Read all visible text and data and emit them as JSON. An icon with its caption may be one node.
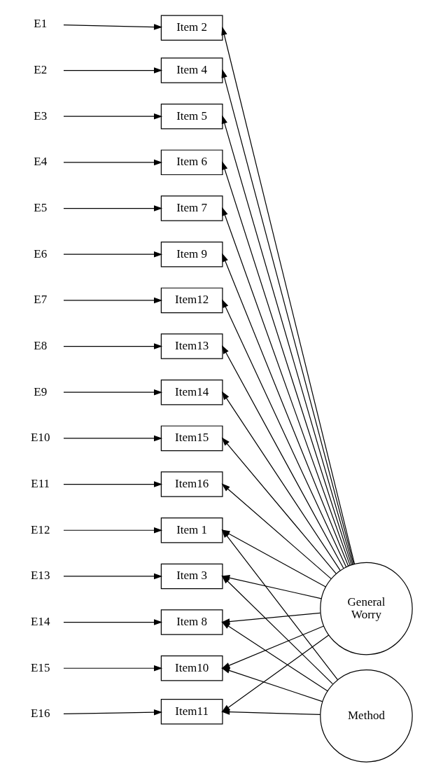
{
  "diagram": {
    "nodes": [
      {
        "text": [
          "E1"
        ]
      },
      {
        "text": [
          "Item 2"
        ]
      },
      {
        "text": [
          "E2"
        ]
      },
      {
        "text": [
          "Item 4"
        ]
      },
      {
        "text": [
          "E3"
        ]
      },
      {
        "text": [
          "Item 5"
        ]
      },
      {
        "text": [
          "E4"
        ]
      },
      {
        "text": [
          "Item 6"
        ]
      },
      {
        "text": [
          "E5"
        ]
      },
      {
        "text": [
          "Item 7"
        ]
      },
      {
        "text": [
          "E6"
        ]
      },
      {
        "text": [
          "Item 9"
        ]
      },
      {
        "text": [
          "E7"
        ]
      },
      {
        "text": [
          "Item12"
        ]
      },
      {
        "text": [
          "E8"
        ]
      },
      {
        "text": [
          "Item13"
        ]
      },
      {
        "text": [
          "E9"
        ]
      },
      {
        "text": [
          "Item14"
        ]
      },
      {
        "text": [
          "E10"
        ]
      },
      {
        "text": [
          "Item15"
        ]
      },
      {
        "text": [
          "E11"
        ]
      },
      {
        "text": [
          "Item16"
        ]
      },
      {
        "text": [
          "E12"
        ]
      },
      {
        "text": [
          "Item 1"
        ]
      },
      {
        "text": [
          "E13"
        ]
      },
      {
        "text": [
          "Item 3"
        ]
      },
      {
        "text": [
          "E14"
        ]
      },
      {
        "text": [
          "Item 8"
        ]
      },
      {
        "text": [
          "E15"
        ]
      },
      {
        "text": [
          "Item10"
        ]
      },
      {
        "text": [
          "E16"
        ]
      },
      {
        "text": [
          "Item11"
        ]
      },
      {
        "text": [
          "General Worry"
        ]
      },
      {
        "text": [
          "Method"
        ]
      }
    ],
    "edges": [
      {
        "from": 0,
        "to": 1,
        "arrow": "to"
      },
      {
        "from": 2,
        "to": 3,
        "arrow": "to"
      },
      {
        "from": 4,
        "to": 5,
        "arrow": "to"
      },
      {
        "from": 6,
        "to": 7,
        "arrow": "to"
      },
      {
        "from": 8,
        "to": 9,
        "arrow": "to"
      },
      {
        "from": 10,
        "to": 11,
        "arrow": "to"
      },
      {
        "from": 12,
        "to": 13,
        "arrow": "to"
      },
      {
        "from": 14,
        "to": 15,
        "arrow": "to"
      },
      {
        "from": 16,
        "to": 17,
        "arrow": "to"
      },
      {
        "from": 18,
        "to": 19,
        "arrow": "to"
      },
      {
        "from": 20,
        "to": 21,
        "arrow": "to"
      },
      {
        "from": 22,
        "to": 23,
        "arrow": "to"
      },
      {
        "from": 24,
        "to": 25,
        "arrow": "to"
      },
      {
        "from": 26,
        "to": 27,
        "arrow": "to"
      },
      {
        "from": 28,
        "to": 29,
        "arrow": "to"
      },
      {
        "from": 30,
        "to": 31,
        "arrow": "to"
      },
      {
        "from": 32,
        "to": 1,
        "arrow": "to"
      },
      {
        "from": 32,
        "to": 3,
        "arrow": "to"
      },
      {
        "from": 32,
        "to": 5,
        "arrow": "to"
      },
      {
        "from": 32,
        "to": 7,
        "arrow": "to"
      },
      {
        "from": 32,
        "to": 9,
        "arrow": "to"
      },
      {
        "from": 32,
        "to": 11,
        "arrow": "to"
      },
      {
        "from": 32,
        "to": 13,
        "arrow": "to"
      },
      {
        "from": 32,
        "to": 15,
        "arrow": "to"
      },
      {
        "from": 32,
        "to": 17,
        "arrow": "to"
      },
      {
        "from": 32,
        "to": 19,
        "arrow": "to"
      },
      {
        "from": 32,
        "to": 21,
        "arrow": "to"
      },
      {
        "from": 32,
        "to": 23,
        "arrow": "to"
      },
      {
        "from": 32,
        "to": 25,
        "arrow": "to"
      },
      {
        "from": 32,
        "to": 27,
        "arrow": "to"
      },
      {
        "from": 32,
        "to": 29,
        "arrow": "to"
      },
      {
        "from": 32,
        "to": 31,
        "arrow": "to"
      },
      {
        "from": 33,
        "to": 23,
        "arrow": "to"
      },
      {
        "from": 33,
        "to": 25,
        "arrow": "to"
      },
      {
        "from": 33,
        "to": 27,
        "arrow": "to"
      },
      {
        "from": 33,
        "to": 29,
        "arrow": "to"
      },
      {
        "from": 33,
        "to": 31,
        "arrow": "to"
      }
    ]
  }
}
